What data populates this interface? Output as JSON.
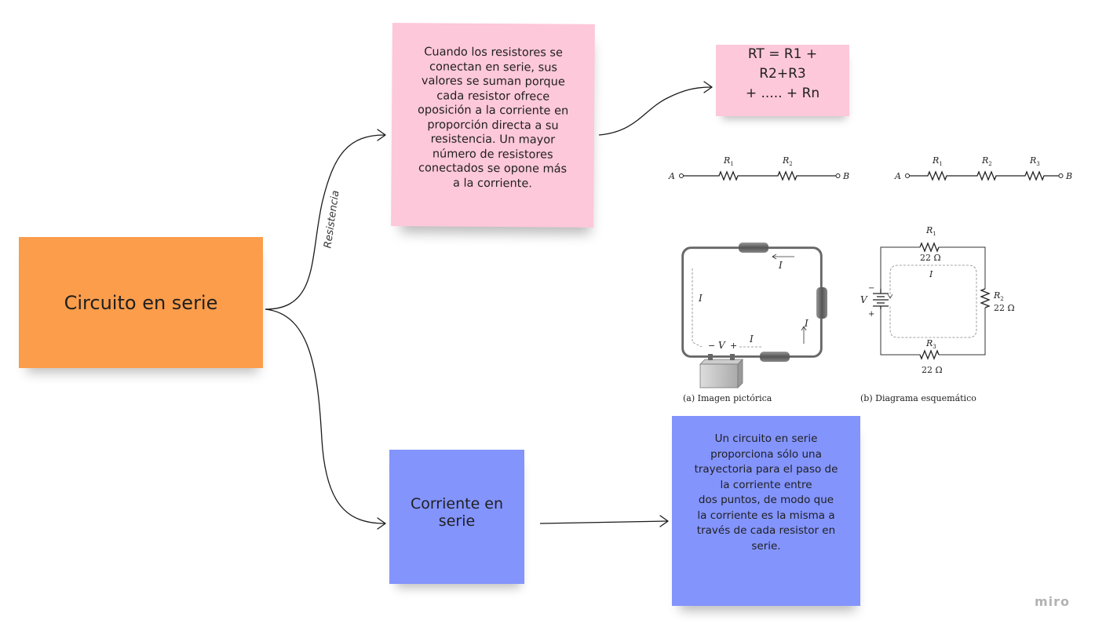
{
  "main": {
    "title": "Circuito en serie"
  },
  "connectors": {
    "resistance_label": "Resistencia"
  },
  "notes": {
    "resistencia_text": "Cuando los resistores se\nconectan en serie, sus\nvalores se suman porque\ncada resistor ofrece\noposición a la corriente en\nproporción directa a su\nresistencia. Un mayor\nnúmero de resistores\nconectados se opone más\na la corriente.",
    "formula": "RT = R1 + R2+R3\n+ ..... + Rn",
    "corriente_title": "Corriente  en\nserie",
    "corriente_text": "Un circuito en serie\nproporciona sólo una\ntrayectoria para el paso de\nla corriente entre\ndos puntos, de modo que\nla corriente es la misma a\ntravés de cada resistor en\nserie."
  },
  "figures": {
    "two_resistors": {
      "node_a": "A",
      "node_b": "B",
      "r1": "R",
      "r1_sub": "1",
      "r2": "R",
      "r2_sub": "2"
    },
    "three_resistors": {
      "node_a": "A",
      "node_b": "B",
      "r1": "R",
      "r1_sub": "1",
      "r2": "R",
      "r2_sub": "2",
      "r3": "R",
      "r3_sub": "3"
    },
    "pictorial": {
      "current_label": "I",
      "voltage_label": "V",
      "minus": "−",
      "plus": "+",
      "caption": "(a) Imagen pictórica"
    },
    "schematic": {
      "r1": "R",
      "r1_sub": "1",
      "r1_value": "22 Ω",
      "r2": "R",
      "r2_sub": "2",
      "r2_value": "22 Ω",
      "r3": "R",
      "r3_sub": "3",
      "r3_value": "22 Ω",
      "voltage_label": "V",
      "minus": "−",
      "plus": "+",
      "current_label": "I",
      "caption": "(b) Diagrama esquemático"
    }
  },
  "colors": {
    "orange_note": "#fb9d4b",
    "pink_note": "#fdc8d9",
    "blue_note": "#8394fd"
  },
  "branding": {
    "logo": "miro"
  }
}
